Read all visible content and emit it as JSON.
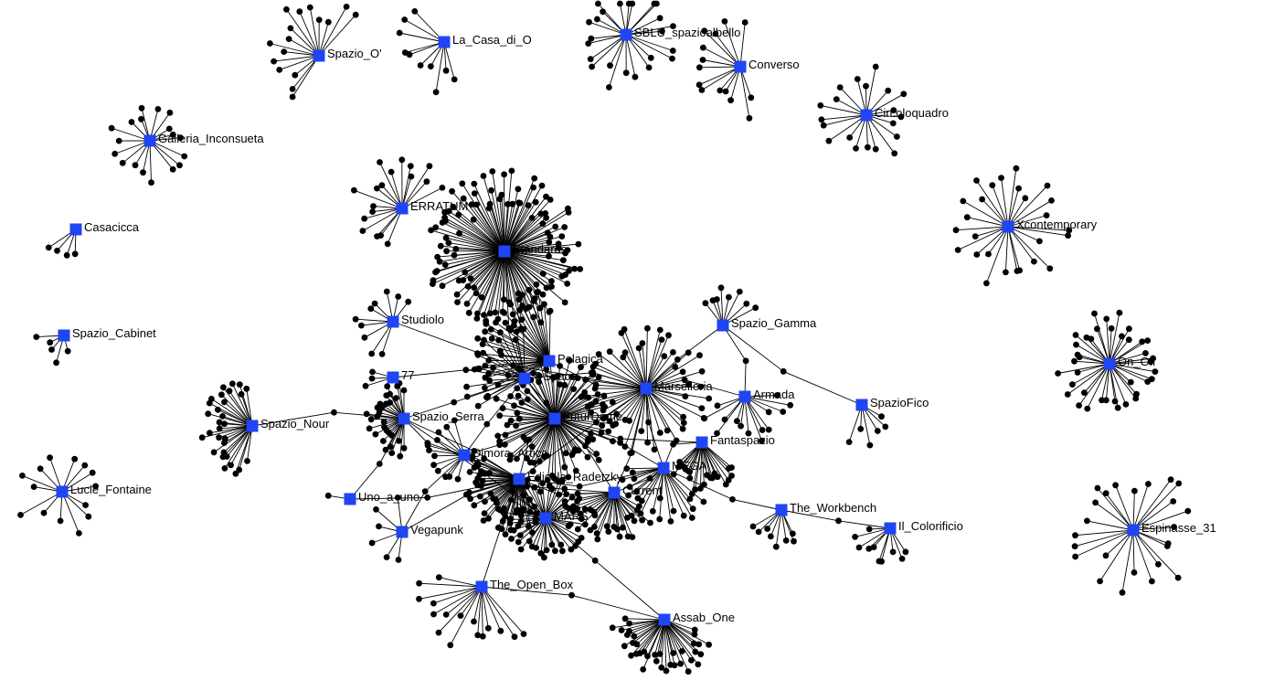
{
  "colors": {
    "hub": "#1f45f5",
    "edge": "#000000",
    "leaf": "#000000",
    "label": "#000000",
    "background": "#ffffff"
  },
  "shapes": {
    "hub": "square-icon",
    "leaf": "circle-icon"
  },
  "hubs": [
    {
      "id": "spazio_o",
      "label": "Spazio_O'"
    },
    {
      "id": "la_casa_di_o",
      "label": "La_Casa_di_O"
    },
    {
      "id": "sblu",
      "label": "SBLU_spazioalbello"
    },
    {
      "id": "converso",
      "label": "Converso"
    },
    {
      "id": "circoloquadro",
      "label": "Circoloquadro"
    },
    {
      "id": "galleria_inconsueta",
      "label": "Galleria_Inconsueta"
    },
    {
      "id": "erratum",
      "label": "ERRATUM"
    },
    {
      "id": "standards",
      "label": "Standards"
    },
    {
      "id": "casacicca",
      "label": "Casacicca"
    },
    {
      "id": "xcontemporary",
      "label": "Xcontemporary"
    },
    {
      "id": "spazio_cabinet",
      "label": "Spazio_Cabinet"
    },
    {
      "id": "studiolo",
      "label": "Studiolo"
    },
    {
      "id": "spazio_gamma",
      "label": "Spazio_Gamma"
    },
    {
      "id": "pelagica",
      "label": "Pelagica"
    },
    {
      "id": "on_off",
      "label": "On_Off"
    },
    {
      "id": "t_space",
      "label": "T-Space"
    },
    {
      "id": "n77",
      "label": "77"
    },
    {
      "id": "marselleria",
      "label": "Marselleria"
    },
    {
      "id": "armada",
      "label": "Armada"
    },
    {
      "id": "spaziofico",
      "label": "SpazioFico"
    },
    {
      "id": "spazio_nour",
      "label": "Spazio_Nour"
    },
    {
      "id": "spazio_serra",
      "label": "Spazio_Serra"
    },
    {
      "id": "futurdome",
      "label": "FuturDome"
    },
    {
      "id": "fantaspazio",
      "label": "Fantaspazio"
    },
    {
      "id": "dimora_artica",
      "label": "Dimora_Artica"
    },
    {
      "id": "mega",
      "label": "MEGA"
    },
    {
      "id": "lucie_fontaine",
      "label": "Lucie_Fontaine"
    },
    {
      "id": "edicola_radetzky",
      "label": "Edicola_Radetzky"
    },
    {
      "id": "current",
      "label": "Current"
    },
    {
      "id": "uno_a_uno",
      "label": "Uno_a_uno"
    },
    {
      "id": "the_workbench",
      "label": "The_Workbench"
    },
    {
      "id": "mars",
      "label": "MARS"
    },
    {
      "id": "il_colorificio",
      "label": "Il_Colorificio"
    },
    {
      "id": "vegapunk",
      "label": "Vegapunk"
    },
    {
      "id": "espinasse_31",
      "label": "Espinasse_31"
    },
    {
      "id": "the_open_box",
      "label": "The_Open_Box"
    },
    {
      "id": "assab_one",
      "label": "Assab_One"
    }
  ],
  "links": [
    [
      "standards",
      "pelagica"
    ],
    [
      "studiolo",
      "marselleria"
    ],
    [
      "spazio_nour",
      "spazio_serra"
    ],
    [
      "spazio_serra",
      "dimora_artica"
    ],
    [
      "spazio_serra",
      "edicola_radetzky"
    ],
    [
      "spazio_serra",
      "t_space"
    ],
    [
      "spazio_serra",
      "mars"
    ],
    [
      "spazio_serra",
      "uno_a_uno"
    ],
    [
      "dimora_artica",
      "edicola_radetzky"
    ],
    [
      "dimora_artica",
      "futurdome"
    ],
    [
      "dimora_artica",
      "t_space"
    ],
    [
      "dimora_artica",
      "current"
    ],
    [
      "edicola_radetzky",
      "current"
    ],
    [
      "edicola_radetzky",
      "the_open_box"
    ],
    [
      "edicola_radetzky",
      "mars"
    ],
    [
      "edicola_radetzky",
      "uno_a_uno"
    ],
    [
      "edicola_radetzky",
      "vegapunk"
    ],
    [
      "edicola_radetzky",
      "futurdome"
    ],
    [
      "edicola_radetzky",
      "marselleria"
    ],
    [
      "edicola_radetzky",
      "mega"
    ],
    [
      "futurdome",
      "marselleria"
    ],
    [
      "futurdome",
      "mega"
    ],
    [
      "futurdome",
      "current"
    ],
    [
      "futurdome",
      "fantaspazio"
    ],
    [
      "t_space",
      "marselleria"
    ],
    [
      "t_space",
      "futurdome"
    ],
    [
      "marselleria",
      "armada"
    ],
    [
      "marselleria",
      "mega"
    ],
    [
      "marselleria",
      "current"
    ],
    [
      "marselleria",
      "pelagica"
    ],
    [
      "marselleria",
      "spazio_gamma"
    ],
    [
      "mega",
      "the_workbench"
    ],
    [
      "mega",
      "current"
    ],
    [
      "the_workbench",
      "il_colorificio"
    ],
    [
      "spazio_gamma",
      "armada"
    ],
    [
      "spazio_gamma",
      "spaziofico"
    ],
    [
      "current",
      "mars"
    ],
    [
      "mars",
      "assab_one"
    ],
    [
      "the_open_box",
      "assab_one"
    ],
    [
      "pelagica",
      "t_space"
    ],
    [
      "pelagica",
      "n77"
    ],
    [
      "dimora_artica",
      "vegapunk"
    ],
    [
      "fantaspazio",
      "mega"
    ]
  ]
}
